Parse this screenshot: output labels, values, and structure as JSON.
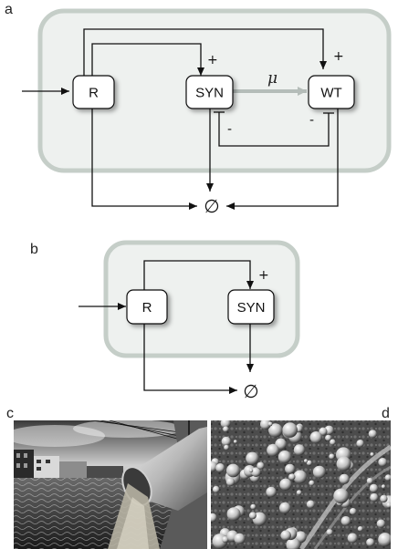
{
  "panels": {
    "a": {
      "letter": "a",
      "nodes": {
        "r": "R",
        "syn": "SYN",
        "wt": "WT"
      },
      "syn_sign": "+",
      "wt_sign": "+",
      "syn_repress_sign": "-",
      "wt_repress_sign": "-",
      "mutation_label": "μ",
      "sink": "∅"
    },
    "b": {
      "letter": "b",
      "nodes": {
        "r": "R",
        "syn": "SYN"
      },
      "syn_sign": "+",
      "sink": "∅"
    },
    "c": {
      "letter": "c"
    },
    "d": {
      "letter": "d"
    }
  },
  "colors": {
    "cell_fill": "#eef1ef",
    "cell_border": "#c5cec8",
    "line": "#111111",
    "mutation_arrow": "#b5bdb9"
  },
  "icons": {
    "photo_c": "industrial-discharge-pipe-photo",
    "photo_d": "microsphere-micrograph-photo"
  }
}
